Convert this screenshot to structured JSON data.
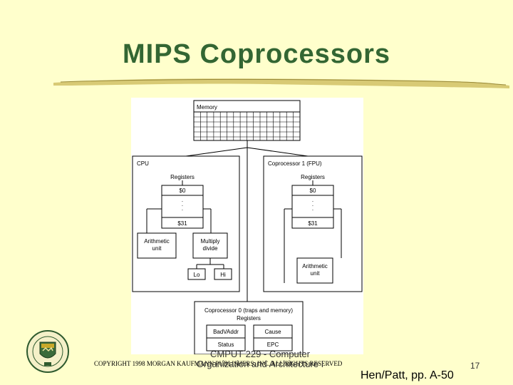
{
  "slide": {
    "title": "MIPS Coprocessors",
    "footer_center": "CMPUT 229 - Computer Organization and Architecture I",
    "copyright": "COPYRIGHT 1998 MORGAN KAUFMANN PUBLISHERS, INC. ALL RIGHTS RESERVED",
    "citation": "Hen/Patt, pp. A-50",
    "page_number": "17"
  },
  "diagram": {
    "memory": "Memory",
    "cpu": "CPU",
    "fpu": "Coprocessor 1 (FPU)",
    "registers_label": "Registers",
    "reg_first": "$0",
    "reg_last": "$31",
    "arith_unit_line1": "Arithmetic",
    "arith_unit_line2": "unit",
    "mul_line1": "Multiply",
    "mul_line2": "divide",
    "lo": "Lo",
    "hi": "Hi",
    "cop0_line1": "Coprocessor 0 (traps and memory)",
    "cop0_line2": "Registers",
    "badvaddr": "BadVAddr",
    "cause": "Cause",
    "status": "Status",
    "epc": "EPC"
  },
  "colors": {
    "background": "#ffffcc",
    "title": "#336633"
  }
}
